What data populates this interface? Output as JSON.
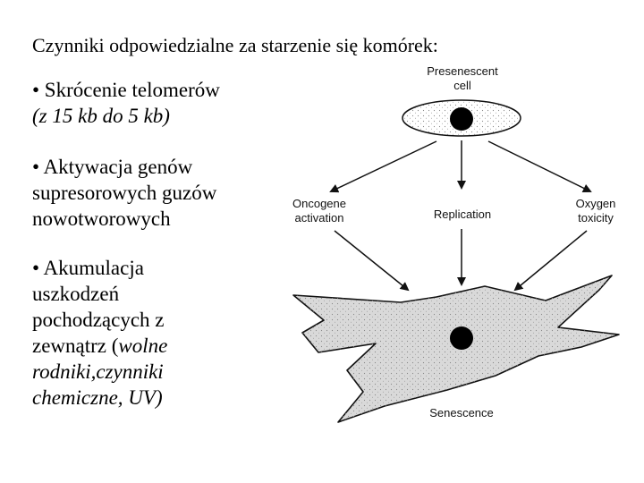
{
  "title": "Czynniki odpowiedzialne za starzenie się komórek:",
  "bullets": [
    {
      "lines": [
        "• Skrócenie telomerów"
      ],
      "italic_lines": [
        "(z 15 kb do 5 kb)"
      ]
    },
    {
      "lines": [
        "• Aktywacja genów",
        "supresorowych guzów",
        "nowotworowych"
      ],
      "italic_lines": []
    },
    {
      "lines": [
        "• Akumulacja",
        "uszkodzeń",
        "pochodzących z"
      ],
      "mixed_line": {
        "normal": "zewnątrz (",
        "italic": "wolne"
      },
      "italic_lines": [
        "rodniki,czynniki",
        "chemiczne, UV)"
      ]
    }
  ],
  "diagram": {
    "presenescent_label": [
      "Presenescent",
      "cell"
    ],
    "oncogene_label": [
      "Oncogene",
      "activation"
    ],
    "replication_label": "Replication",
    "oxygen_label": [
      "Oxygen",
      "toxicity"
    ],
    "senescence_label": "Senescence",
    "cell_fill": "#dedede",
    "nucleus_color": "#000000"
  }
}
